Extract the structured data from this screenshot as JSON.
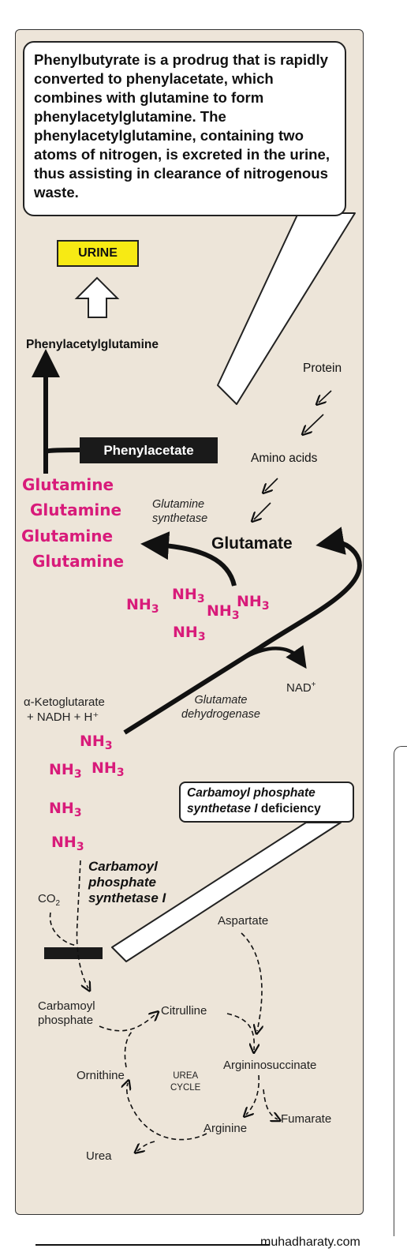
{
  "note_text": "Phenylbutyrate is a prodrug that is rapidly converted to phenylacetate, which combines with glutamine to form phenylacetylglutamine. The phenylacetylglutamine, containing two atoms of nitrogen, is excreted in the urine, thus assisting in clearance of nitrogenous waste.",
  "urine_label": "URINE",
  "phenylacetylglutamine": "Phenylacetylglutamine",
  "phenylacetate": "Phenylacetate",
  "protein": "Protein",
  "amino_acids": "Amino acids",
  "glutamine_synthetase": [
    "Glutamine",
    "synthetase"
  ],
  "glutamate": "Glutamate",
  "glutamine": "Glutamine",
  "glutamine_count": 4,
  "nh3": {
    "main": "NH",
    "sub": "3"
  },
  "nad_plus": {
    "main": "NAD",
    "sup": "+"
  },
  "ketoglutarate": [
    "α-Ketoglutarate",
    "+ NADH + H⁺"
  ],
  "glutamate_dehydrogenase": [
    "Glutamate",
    "dehydrogenase"
  ],
  "cps_deficiency": {
    "italic": "Carbamoyl phosphate synthetase I",
    "rest": " deficiency"
  },
  "cps_enzyme": [
    "Carbamoyl",
    "phosphate",
    "synthetase I"
  ],
  "co2": {
    "main": "CO",
    "sub": "2"
  },
  "urea_cycle": {
    "aspartate": "Aspartate",
    "carbamoyl_phosphate": [
      "Carbamoyl",
      "phosphate"
    ],
    "citrulline": "Citrulline",
    "argininosuccinate": "Argininosuccinate",
    "ornithine": "Ornithine",
    "cycle_label": [
      "UREA",
      "CYCLE"
    ],
    "fumarate": "Fumarate",
    "arginine": "Arginine",
    "urea": "Urea"
  },
  "footer": "muhadharaty.com",
  "colors": {
    "panel": "#ede5d9",
    "magenta": "#d81b7a",
    "urine_box": "#f7ea14",
    "dark": "#1a1a1a"
  }
}
